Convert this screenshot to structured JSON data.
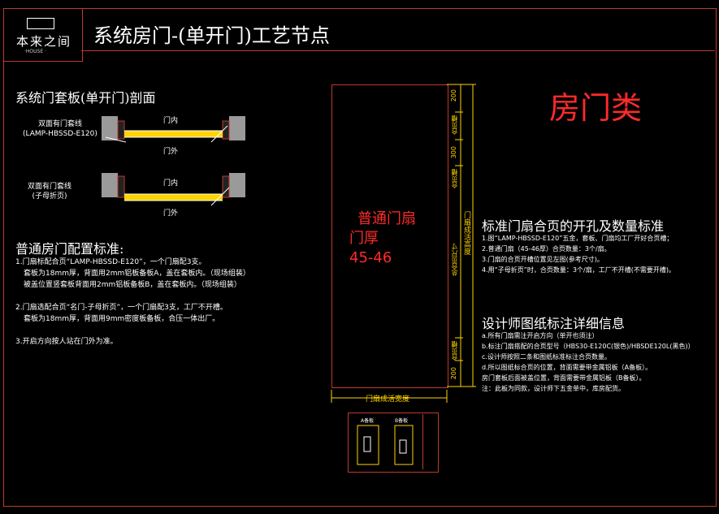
{
  "header": {
    "logo_text": "本来之间",
    "logo_subtext": "·HOUSE ·",
    "title": "系统房门-(单开门)工艺节点"
  },
  "section_profile": {
    "title": "系统门套板(单开门)剖面",
    "row1_label_1": "双面有门套线",
    "row1_label_2": "(LAMP-HBSSD-E120)",
    "row2_label_1": "双面有门套线",
    "row2_label_2": "(子母折页)",
    "door_in": "门内",
    "door_out": "门外"
  },
  "section_config": {
    "title": "普通房门配置标准:",
    "lines": [
      "1.门扇标配合页“LAMP-HBSSD-E120”，一个门扇配3支。",
      "  套板为18mm厚，背面用2mm铝板备板A，盖在套板内。（现场组装）",
      "  被盖位置竖套板背面用2mm铝板备板B，盖在套板内。（现场组装）",
      "",
      "2.门扇选配合页“名门-子母折页”，一个门扇配3支，工厂不开槽。",
      "  套板为18mm厚，背面用9mm密度板备板，合压一体出厂。",
      "",
      "3.开启方向按人站在门外为准。"
    ]
  },
  "door": {
    "label_line1": "普通门扇",
    "label_line2": "门厚",
    "label_line3": "45-46",
    "width_label": "门扇成活宽度",
    "height_label": "门扇成活高度",
    "dims": [
      "200",
      "合页槽",
      "300",
      "合页槽",
      "总合页尺寸",
      "合页槽",
      "200"
    ]
  },
  "category": {
    "label": "房门类"
  },
  "section_hinge": {
    "title": "标准门扇合页的开孔及数量标准",
    "lines": [
      "1.图“LAMP-HBSSD-E120”五金，套板、门扇均工厂开好合页槽；",
      "2.普通门扇（45-46厚）合页数量：3个/扇。",
      "3.门扇的合页开槽位置见左图(参考尺寸)。",
      "4.用“子母折页”时，合页数量：3个/扇，工厂不开槽(不需要开槽)。"
    ]
  },
  "section_designer": {
    "title": "设计师图纸标注详细信息",
    "lines": [
      "a.所有门扇需注开启方向（单开也须注）",
      "b.标注门扇搭配的合页型号（HBS30-E120C(银色)/HBSDE120L(黑色)）",
      "c.设计师按照二条和图纸标准标注合页数量。",
      "d.所以图纸标合页的位置，背面需要带金属铝板（A备板）。",
      "  房门套板后面被盖位置，背面需要带金属铝板（B备板）。",
      "注：此板为同款，设计师下五金单中，库房配货。"
    ]
  },
  "thumbnail": {
    "left_label": "A备板",
    "right_label": "B备板"
  },
  "colors": {
    "accent_red": "#ff2a2a",
    "frame_red": "#c0392b",
    "dim_yellow": "#ffd400",
    "hatch_yellow": "#ffd400",
    "wall_gray": "#9a9a9a"
  }
}
